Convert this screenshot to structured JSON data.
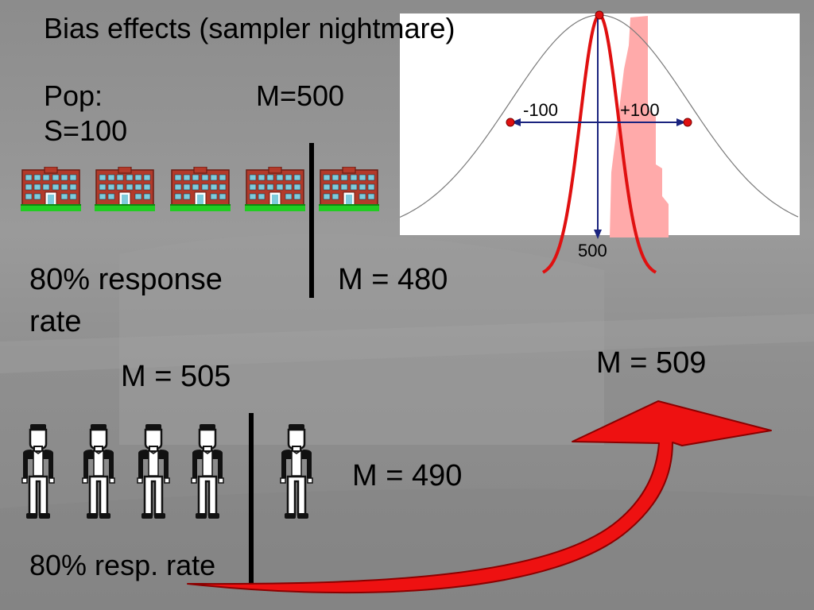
{
  "slide": {
    "title": "Bias effects (sampler nightmare)",
    "pop_label": "Pop:",
    "pop_mean": "M=500",
    "pop_sd": "S=100",
    "school_response": "80% response rate",
    "school_response_line1": "80% response",
    "school_response_line2": "rate",
    "school_mean_nonresp": "M = 480",
    "school_mean_resp": "M = 505",
    "combined_mean": "M = 509",
    "student_mean_nonresp": "M = 490",
    "student_response": "80% resp. rate"
  },
  "chart": {
    "label_minus": "-100",
    "label_plus": "+100",
    "label_center": "500",
    "colors": {
      "wide_curve": "#7a7a7a",
      "narrow_curve": "#e01010",
      "shaded_region": "#ffaaaa",
      "axis_arrows": "#1a237e",
      "points": "#e01010"
    }
  },
  "icons": {
    "school": "school-building-icon",
    "student": "student-figure-icon",
    "arrow": "curved-arrow-icon"
  },
  "colors": {
    "background": "#8f8f8f",
    "arrow_red": "#ee1111",
    "divider": "#000000"
  }
}
